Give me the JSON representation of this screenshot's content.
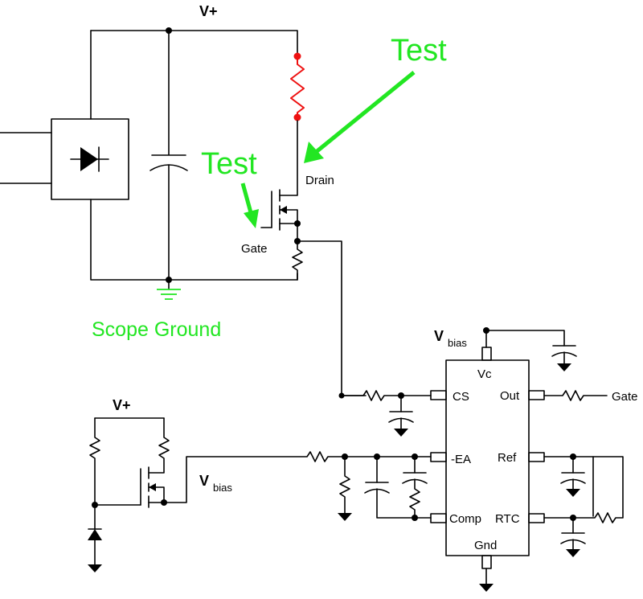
{
  "labels": {
    "vplus_top": "V+",
    "vplus_bottom": "V+",
    "drain": "Drain",
    "gate_mosfet": "Gate",
    "scope_ground": "Scope Ground",
    "test_drain": "Test",
    "test_gate": "Test",
    "vbias_top_main": "V",
    "vbias_top_sub": "bias",
    "vbias_left_main": "V",
    "vbias_left_sub": "bias",
    "gate_out": "Gate"
  },
  "ic": {
    "pins": {
      "vc": "Vc",
      "cs": "CS",
      "out": "Out",
      "ea": "-EA",
      "ref": "Ref",
      "comp": "Comp",
      "rtc": "RTC",
      "gnd": "Gnd"
    }
  },
  "colors": {
    "wire": "#000000",
    "highlight_resistor": "#ee1111",
    "annotation": "#22e622"
  }
}
